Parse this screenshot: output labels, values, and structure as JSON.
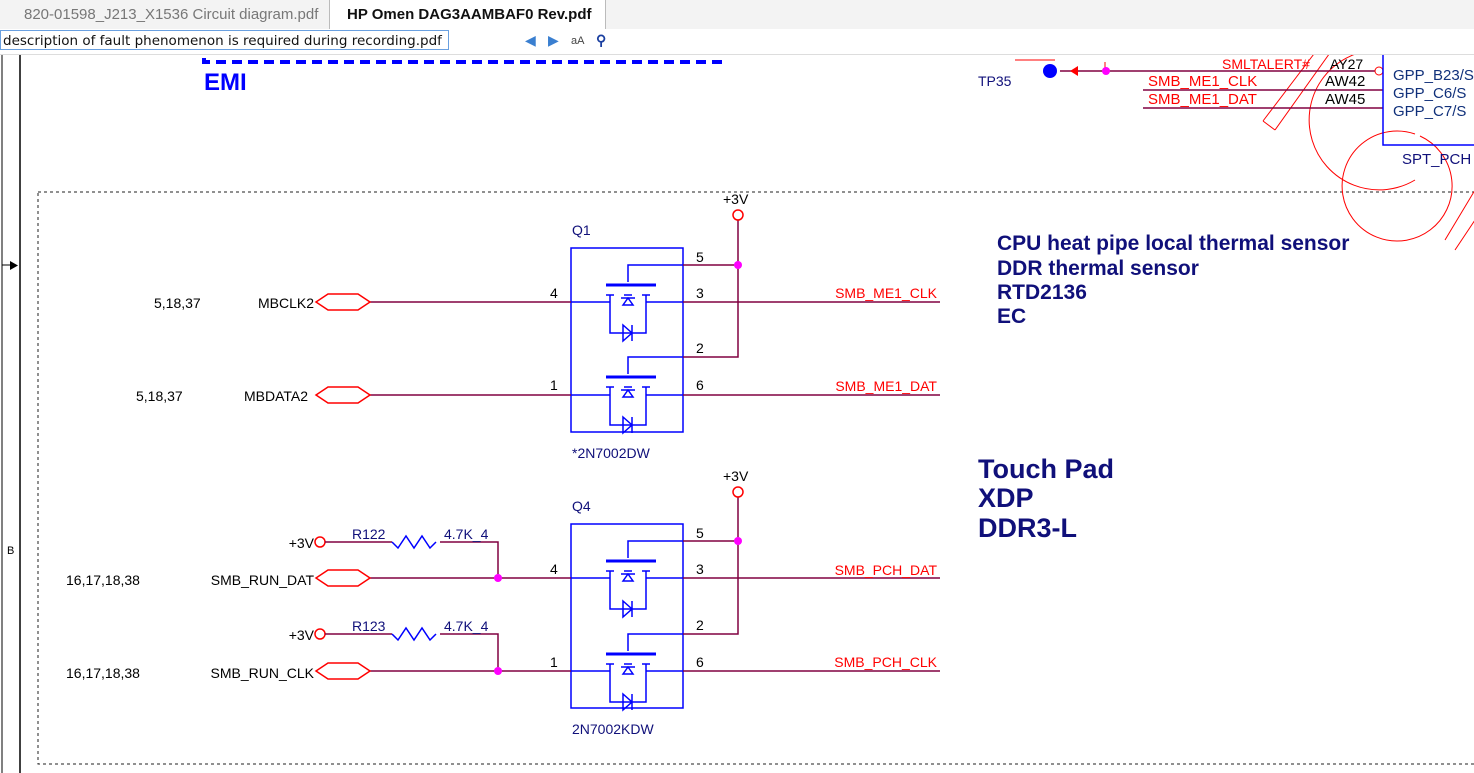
{
  "tabs": [
    {
      "label": "820-01598_J213_X1536 Circuit diagram.pdf",
      "active": false
    },
    {
      "label": "HP Omen DAG3AAMBAF0 Rev.pdf",
      "active": true
    }
  ],
  "search": {
    "value": "description of fault phenomenon is required during recording.pdf",
    "prev_icon": "triangle-left-icon",
    "next_icon": "triangle-right-icon",
    "match_case_icon": "font-case-icon",
    "find_icon": "binoculars-icon",
    "match_case_label": "aA"
  },
  "colors": {
    "net_red": "#ff0000",
    "wire": "#800040",
    "part_blue": "#0000ff",
    "text_navy": "#10107a",
    "junction": "#ff00ff",
    "emi_blue": "#0000ff"
  },
  "schematic": {
    "border_zone": "B",
    "emi_label": "EMI",
    "top_right": {
      "testpoint": "TP35",
      "alert_net": "SMLTALERT#",
      "alert_pin": "AY27",
      "nets": [
        {
          "name": "SMB_ME1_CLK",
          "pin": "AW42",
          "gpp": "GPP_B23/S"
        },
        {
          "name": "SMB_ME1_DAT",
          "pin": "AW45",
          "gpp": "GPP_C6/S"
        }
      ],
      "gpp_extra": "GPP_C7/S",
      "chip": "SPT_PCH"
    },
    "q1": {
      "ref": "Q1",
      "part": "*2N7002DW",
      "supply": "+3V",
      "pins": {
        "p4": "4",
        "p1": "1",
        "p5": "5",
        "p3": "3",
        "p2": "2",
        "p6": "6"
      },
      "left": [
        {
          "pages": "5,18,37",
          "net": "MBCLK2"
        },
        {
          "pages": "5,18,37",
          "net": "MBDATA2"
        }
      ],
      "right": [
        "SMB_ME1_CLK",
        "SMB_ME1_DAT"
      ]
    },
    "q4": {
      "ref": "Q4",
      "part": "2N7002KDW",
      "supply": "+3V",
      "pins": {
        "p4": "4",
        "p1": "1",
        "p5": "5",
        "p3": "3",
        "p2": "2",
        "p6": "6"
      },
      "left": [
        {
          "pages": "16,17,18,38",
          "net": "SMB_RUN_DAT"
        },
        {
          "pages": "16,17,18,38",
          "net": "SMB_RUN_CLK"
        }
      ],
      "right": [
        "SMB_PCH_DAT",
        "SMB_PCH_CLK"
      ],
      "resistors": [
        {
          "ref": "R122",
          "value": "4.7K_4",
          "supply": "+3V"
        },
        {
          "ref": "R123",
          "value": "4.7K_4",
          "supply": "+3V"
        }
      ]
    },
    "notes1": [
      "CPU heat pipe local thermal sensor",
      "DDR thermal sensor",
      "RTD2136",
      "EC"
    ],
    "notes2": [
      "Touch Pad",
      "XDP",
      "DDR3-L"
    ]
  }
}
